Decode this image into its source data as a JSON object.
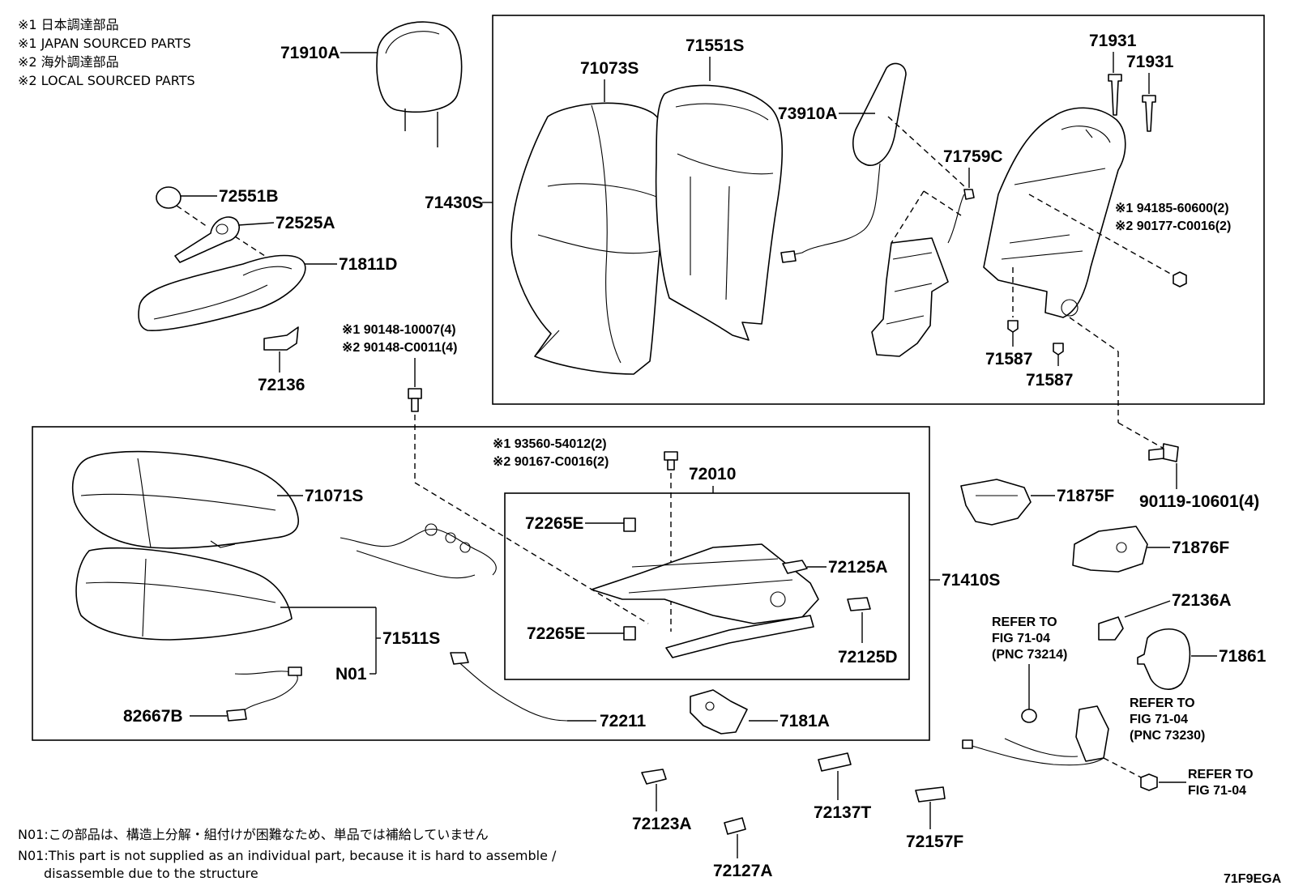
{
  "notes_top": [
    "※1 日本調達部品",
    "※1 JAPAN SOURCED PARTS",
    "※2 海外調達部品",
    "※2 LOCAL SOURCED PARTS"
  ],
  "labels": {
    "l71910A": "71910A",
    "l72551B": "72551B",
    "l72525A": "72525A",
    "l71811D": "71811D",
    "l72136": "72136",
    "l90148a": "※1 90148-10007(4)",
    "l90148b": "※2 90148-C0011(4)",
    "l71430S": "71430S",
    "l71073S": "71073S",
    "l71551S": "71551S",
    "l73910A": "73910A",
    "l71759C": "71759C",
    "l71931a": "71931",
    "l71931b": "71931",
    "l94185": "※1 94185-60600(2)",
    "l90177": "※2 90177-C0016(2)",
    "l71587a": "71587",
    "l71587b": "71587",
    "l90119": "90119-10601(4)",
    "l93560": "※1 93560-54012(2)",
    "l90167": "※2 90167-C0016(2)",
    "l72010": "72010",
    "l72265Ea": "72265E",
    "l72265Eb": "72265E",
    "l72125A": "72125A",
    "l72125D": "72125D",
    "l71410S": "71410S",
    "l71071S": "71071S",
    "l71511S": "71511S",
    "lN01": "N01",
    "l82667B": "82667B",
    "l72211": "72211",
    "l7181A": "7181A",
    "l71875F": "71875F",
    "l71876F": "71876F",
    "l72136A": "72136A",
    "l71861": "71861",
    "ref1a": "REFER TO",
    "ref1b": "FIG 71-04",
    "ref1c": "(PNC 73214)",
    "ref2a": "REFER TO",
    "ref2b": "FIG 71-04",
    "ref2c": "(PNC 73230)",
    "ref3a": "REFER TO",
    "ref3b": "FIG 71-04",
    "l72123A": "72123A",
    "l72127A": "72127A",
    "l72137T": "72137T",
    "l72157F": "72157F"
  },
  "notes_bottom": [
    "N01:この部品は、構造上分解・組付けが困難なため、単品では補給していません",
    "N01:This part is not supplied as an individual part, because it is hard to assemble /",
    "disassemble due to the structure"
  ],
  "figure_code": "71F9EGA"
}
